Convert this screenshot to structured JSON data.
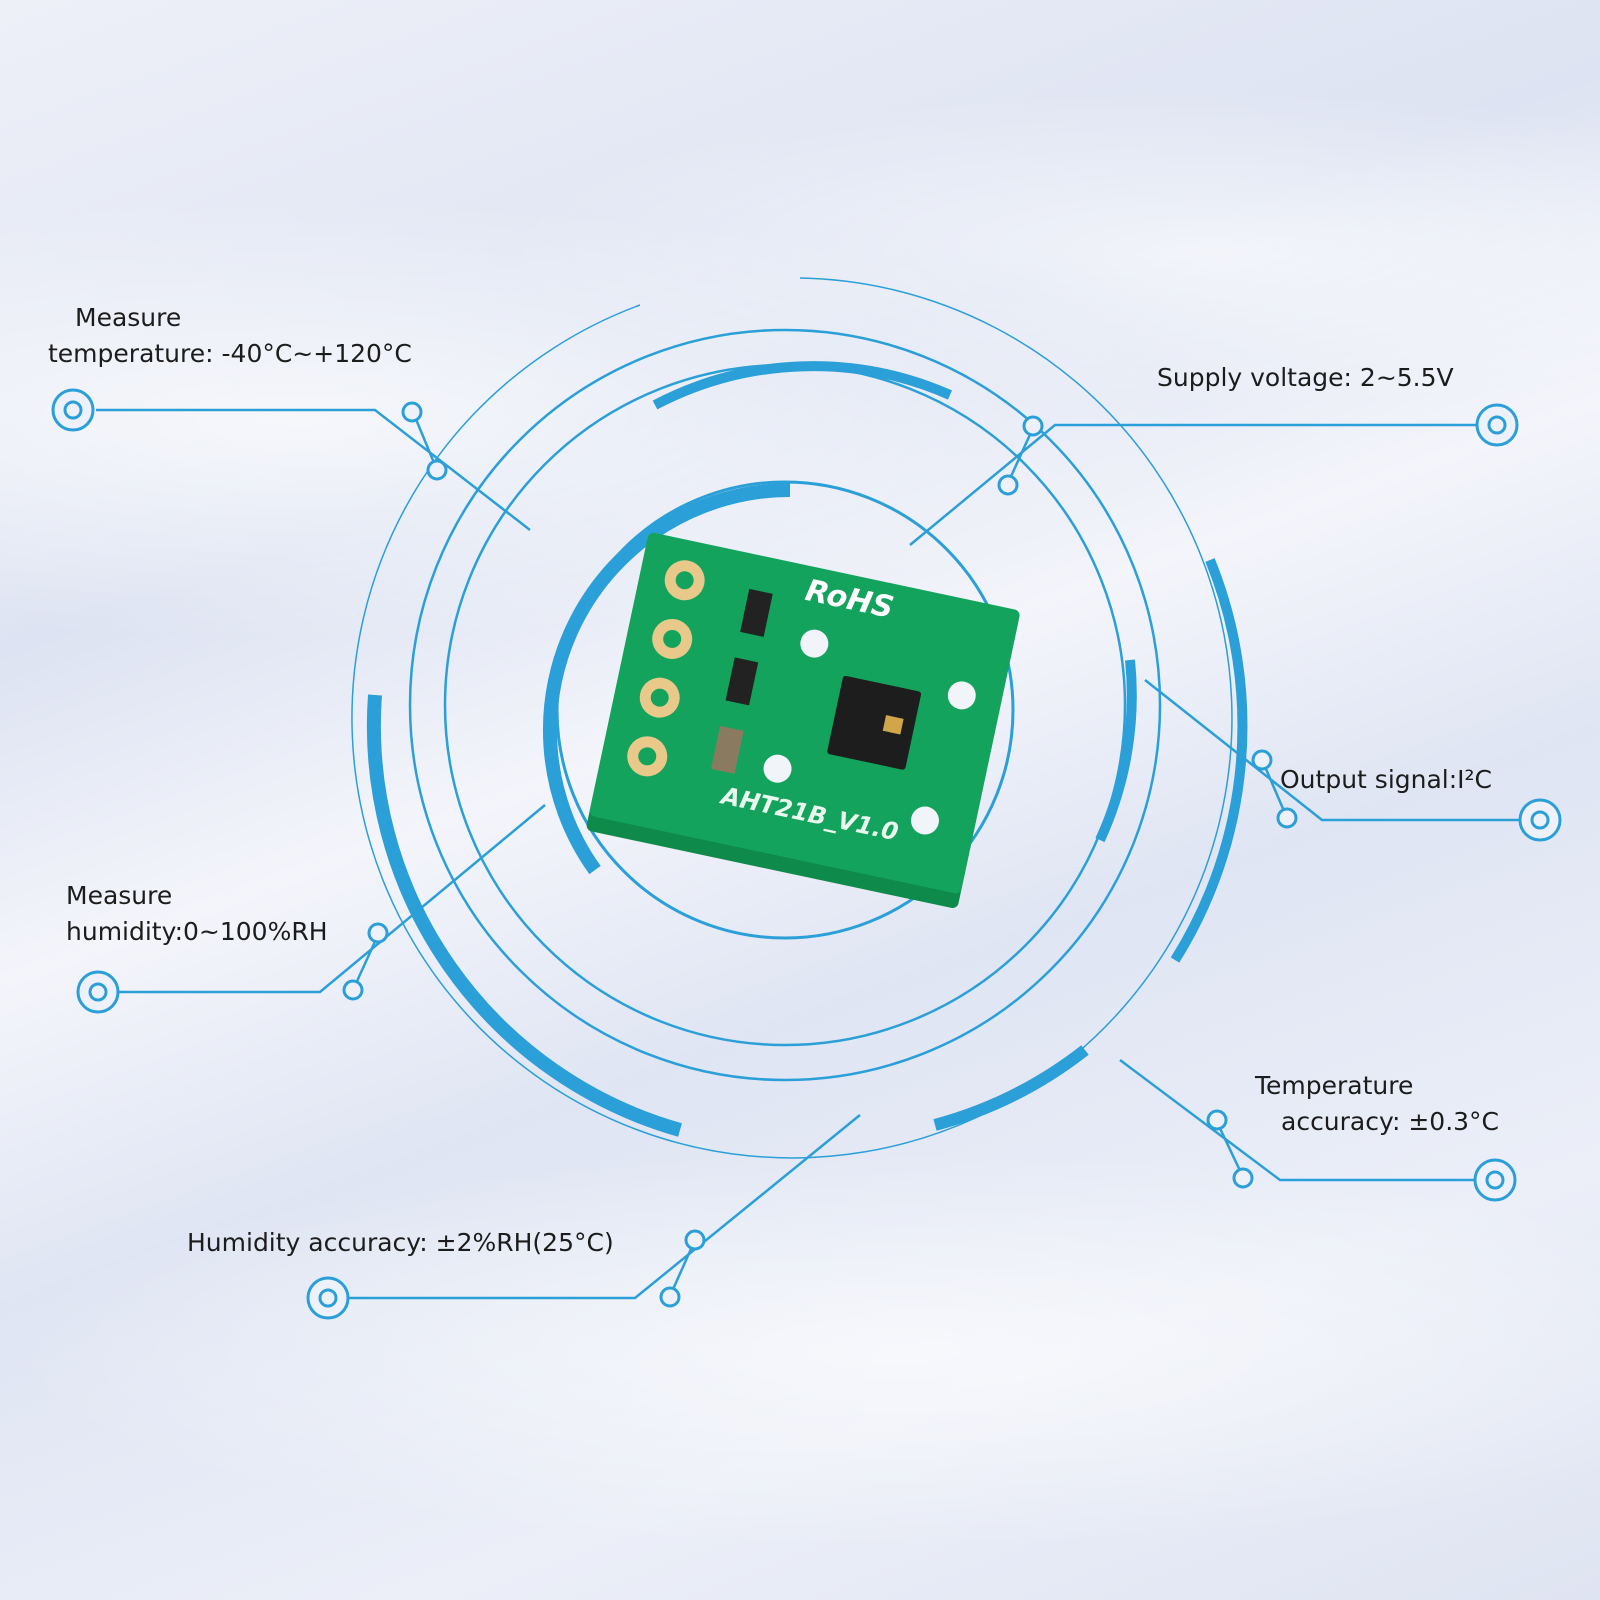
{
  "specs": {
    "measure_temperature": {
      "line1": "Measure",
      "line2": "temperature: -40°C~+120°C"
    },
    "supply_voltage": "Supply voltage: 2~5.5V",
    "output_signal": "Output signal:I²C",
    "measure_humidity": {
      "line1": "Measure",
      "line2": "humidity:0~100%RH"
    },
    "temperature_accuracy": {
      "line1": "Temperature",
      "line2": "accuracy: ±0.3°C"
    },
    "humidity_accuracy": "Humidity accuracy: ±2%RH(25°C)"
  },
  "board": {
    "marking_top": "RoHS",
    "model": "AHT21B_V1.0"
  },
  "colors": {
    "accent": "#2a9fd8",
    "pcb": "#12a25a"
  }
}
